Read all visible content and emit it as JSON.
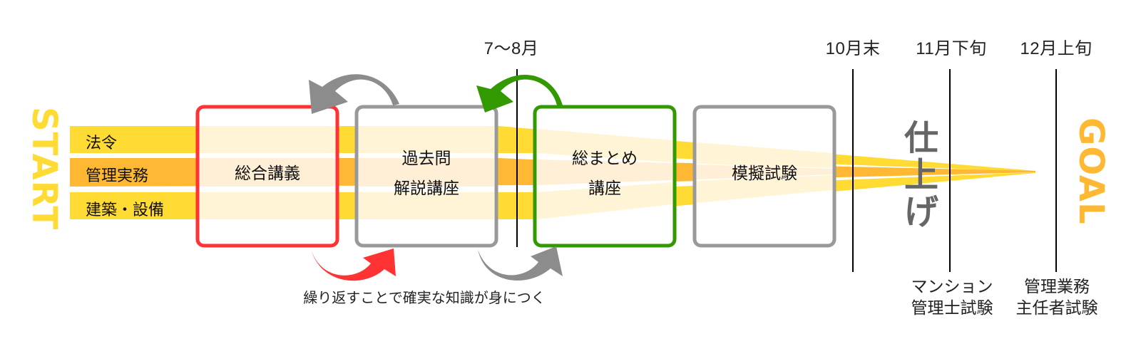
{
  "start_label": "START",
  "goal_label": "GOAL",
  "subjects": [
    {
      "label": "法令",
      "color": "#FFDB33"
    },
    {
      "label": "管理実務",
      "color": "#FFB833"
    },
    {
      "label": "建築・設備",
      "color": "#FFDB33"
    }
  ],
  "stages": [
    {
      "label": "総合講義",
      "border_color": "#FF3333"
    },
    {
      "label": "過去問\n解説講座",
      "border_color": "#999999"
    },
    {
      "label": "総まとめ\n講座",
      "border_color": "#339900"
    },
    {
      "label": "模擬試験",
      "border_color": "#999999"
    }
  ],
  "finishing_label": "仕\n上\nげ",
  "timeline": [
    {
      "label": "7～8月"
    },
    {
      "label": "10月末"
    },
    {
      "label": "11月下旬"
    },
    {
      "label": "12月上旬"
    }
  ],
  "exams": [
    {
      "label": "マンション\n管理士試験"
    },
    {
      "label": "管理業務\n主任者試験"
    }
  ],
  "caption": "繰り返すことで確実な知識が身につく",
  "colors": {
    "yellow": "#FFDB33",
    "orange": "#FFB833",
    "band_pale": "#FFF5D6",
    "band_pale_mid": "#FFEFD6",
    "red": "#FF3333",
    "gray": "#8C8C8C",
    "green": "#339900",
    "box_gray": "#999999",
    "start_color": "#FFDB33",
    "goal_color": "#FFB833",
    "finish_color": "#666666"
  }
}
